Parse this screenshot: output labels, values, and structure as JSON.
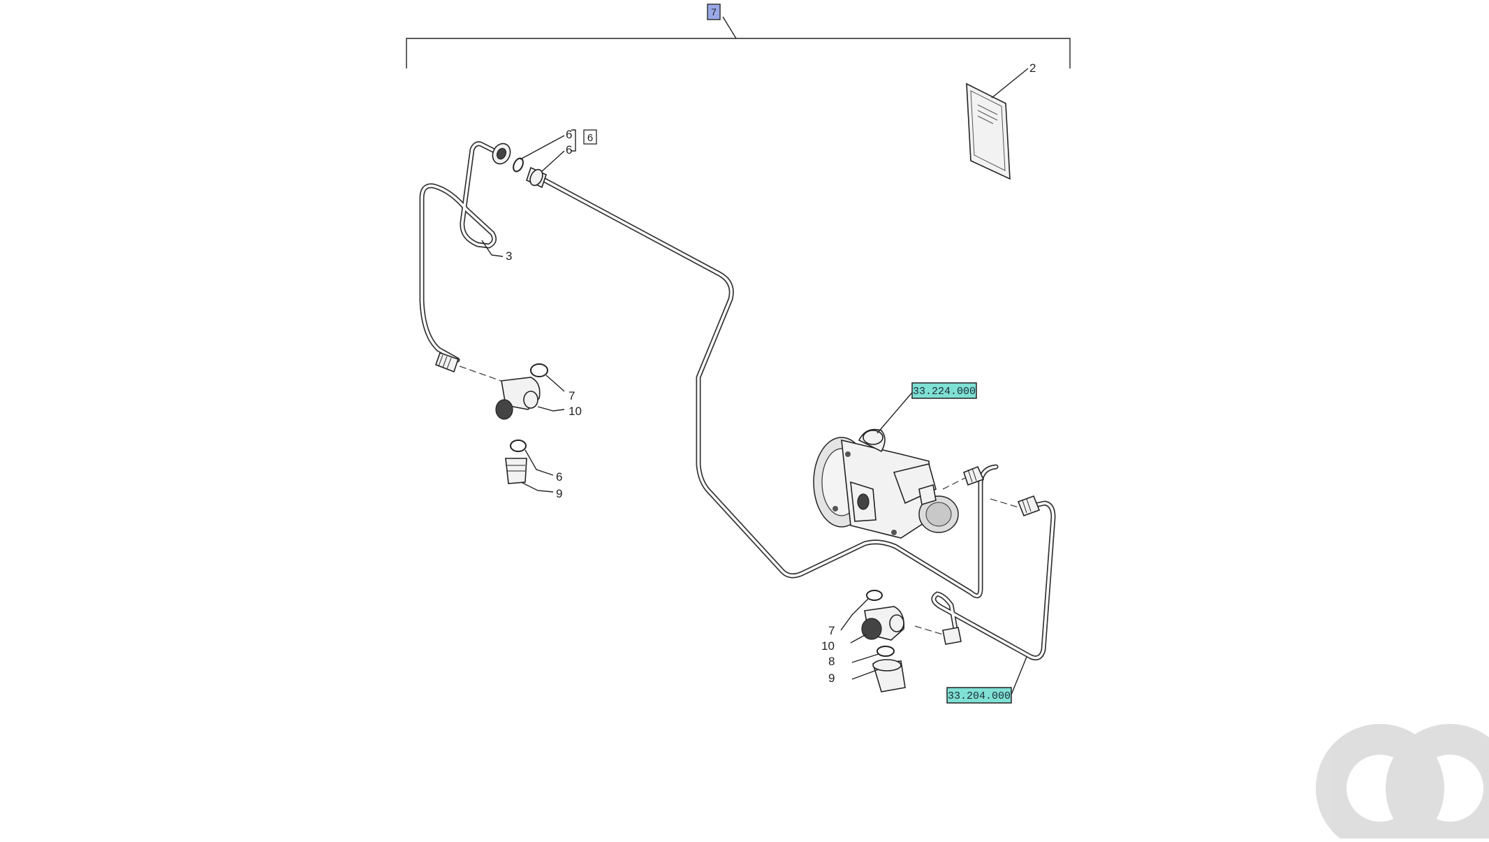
{
  "diagram": {
    "assembly_tag": "7",
    "callouts": {
      "c2": "2",
      "c3": "3",
      "c6a": "6",
      "c6b": "6",
      "c6box": "6",
      "c7_left": "7",
      "c10_left": "10",
      "c6_left": "6",
      "c9_left": "9",
      "c7_right": "7",
      "c10_right": "10",
      "c8_right": "8",
      "c9_right": "9"
    },
    "references": {
      "pump": "33.224.000",
      "line": "33.204.000"
    },
    "logo_mark": "ao"
  }
}
